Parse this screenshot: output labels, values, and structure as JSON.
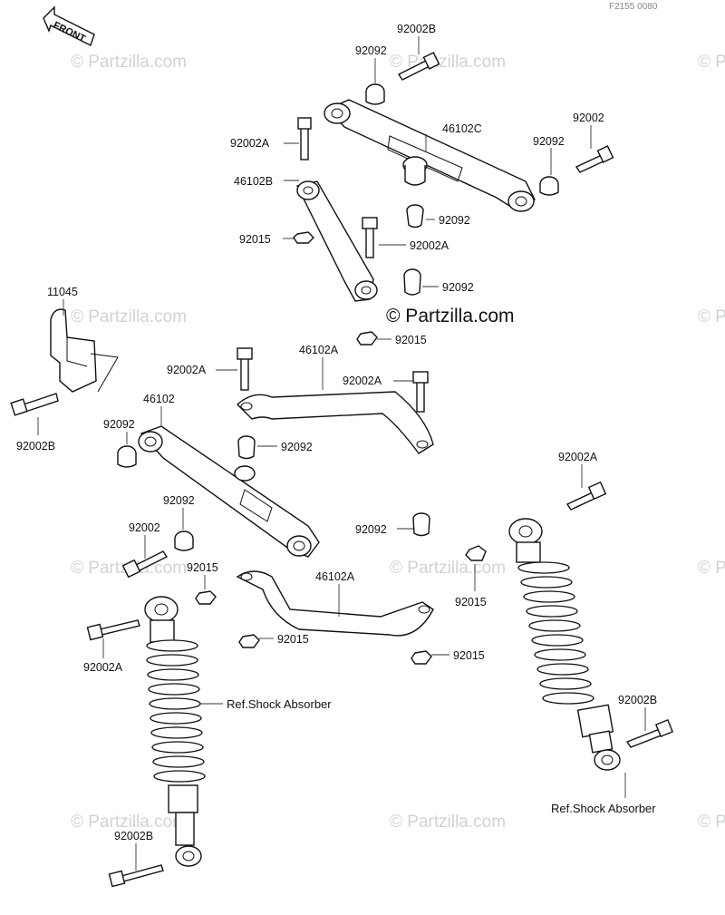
{
  "diagram_code": "F2155 0080",
  "front_arrow_label": "FRONT",
  "watermark": {
    "text": "© Partzilla.com",
    "center_text": "© Partzilla.com"
  },
  "labels": {
    "top_92002B": "92002B",
    "top_92092": "92092",
    "right_92002": "92002",
    "right_92092": "92092",
    "top_46102C": "46102C",
    "top_92002A": "92002A",
    "top_46102B": "46102B",
    "mid_92092_a": "92092",
    "top_92015": "92015",
    "mid_92002A": "92002A",
    "mid_92092_b": "92092",
    "mid_92015": "92015",
    "bracket_11045": "11045",
    "bracket_92002B": "92002B",
    "left_92002A": "92002A",
    "left_46102A": "46102A",
    "right2_92002A": "92002A",
    "arm_46102": "46102",
    "arm_92092_left": "92092",
    "arm_92092_center": "92092",
    "arm_92092_lower": "92092",
    "arm_92002": "92002",
    "arm_92015": "92015",
    "lower_92092_right": "92092",
    "lower_46102A": "46102A",
    "lower_92015_a": "92015",
    "lower_92015_b": "92015",
    "shock_left_92002A": "92002A",
    "shock_left_ref": "Ref.Shock Absorber",
    "shock_left_92002B": "92002B",
    "shock_right_92002A": "92002A",
    "shock_right_92015": "92015",
    "shock_right_92002B": "92002B",
    "shock_right_ref": "Ref.Shock Absorber"
  }
}
